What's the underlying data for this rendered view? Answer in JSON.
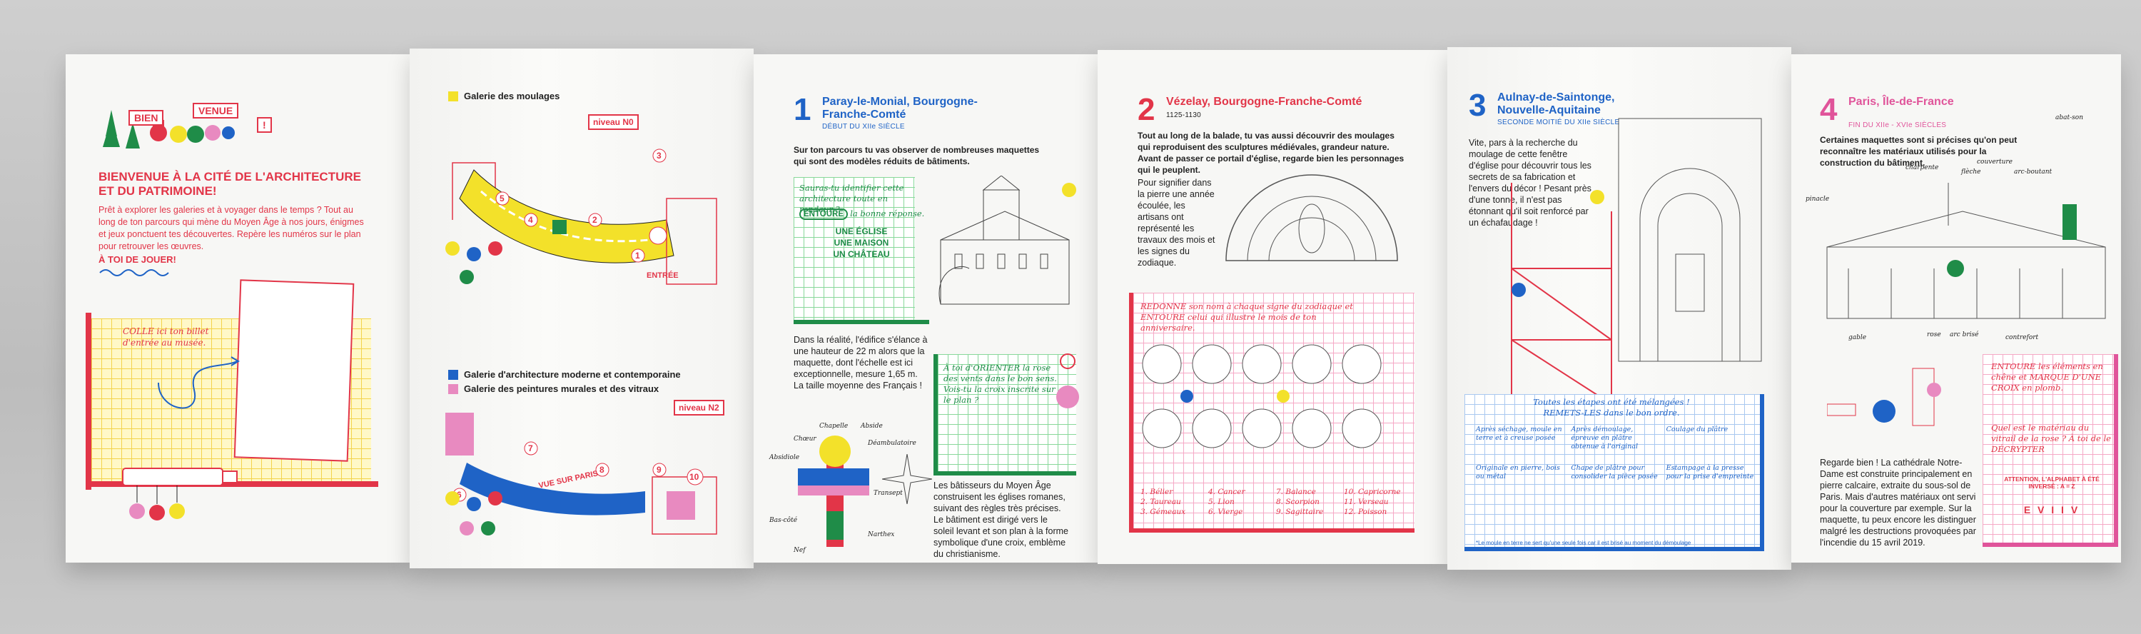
{
  "p1": {
    "sign_bien": "BIEN",
    "sign_venue": "VENUE",
    "sign_excl": "!",
    "title": "BIENVENUE À LA CITÉ DE L'ARCHITECTURE ET DU PATRIMOINE!",
    "intro": "Prêt à explorer les galeries et à voyager dans le temps ? Tout au long de ton parcours qui mène du Moyen Âge à nos jours, énigmes et jeux ponctuent tes découvertes. Repère les numéros sur le plan pour retrouver les œuvres.",
    "cta": "À TOI DE JOUER!",
    "ticket_prompt": "COLLE ici ton billet d'entrée au musée."
  },
  "p2": {
    "legend1": "Galerie des moulages",
    "niveau0": "niveau N0",
    "entree": "ENTRÉE",
    "legend2": "Galerie d'architecture moderne et contemporaine",
    "legend3": "Galerie des peintures murales et des vitraux",
    "niveau2": "niveau N2",
    "vue": "VUE SUR PARIS",
    "nums_top": [
      "1",
      "2",
      "3",
      "4",
      "5"
    ],
    "nums_bottom": [
      "6",
      "7",
      "8",
      "9",
      "10"
    ],
    "colors": {
      "yellow": "#f3e12a",
      "blue": "#1f63c6",
      "pink": "#e88ac0"
    }
  },
  "p3": {
    "num": "1",
    "title": "Paray-le-Monial, Bourgogne-Franche-Comté",
    "date": "DÉBUT DU XIIe SIÈCLE",
    "intro": "Sur ton parcours tu vas observer de nombreuses maquettes qui sont des modèles réduits de bâtiments.",
    "q1": "Sauras-tu identifier cette architecture toute en rondeur ?",
    "q1_entoure": "ENTOURE",
    "q1_rest": "la bonne réponse.",
    "answers": [
      "UNE ÉGLISE",
      "UNE MAISON",
      "UN CHÂTEAU"
    ],
    "body": "Dans la réalité, l'édifice s'élance à une hauteur de 22 m alors que la maquette, dont l'échelle est ici exceptionnelle, mesure 1,65 m. La taille moyenne des Français !",
    "plan_labels": [
      "Chapelle",
      "Abside",
      "Chœur",
      "Déambulatoire",
      "Absidiole",
      "Transept",
      "Bas-côté",
      "Narthex",
      "Nef"
    ],
    "q2": "À toi d'ORIENTER la rose des vents dans le bon sens. Vois-tu la croix inscrite sur le plan ?",
    "body2": "Les bâtisseurs du Moyen Âge construisent les églises romanes, suivant des règles très précises. Le bâtiment est dirigé vers le soleil levant et son plan à la forme symbolique d'une croix, emblème du christianisme."
  },
  "p4": {
    "num": "2",
    "title": "Vézelay, Bourgogne-Franche-Comté",
    "date": "1125-1130",
    "intro": "Tout au long de la balade, tu vas aussi découvrir des moulages qui reproduisent des sculptures médiévales, grandeur nature. Avant de passer ce portail d'église, regarde bien les personnages qui le peuplent.",
    "body": "Pour signifier dans la pierre une année écoulée, les artisans ont représenté les travaux des mois et les signes du zodiaque.",
    "q": "REDONNE son nom à chaque signe du zodiaque et ENTOURE celui qui illustre le mois de ton anniversaire.",
    "zodiac": [
      "1. Bélier",
      "2. Taureau",
      "3. Gémeaux",
      "4. Cancer",
      "5. Lion",
      "6. Vierge",
      "7. Balance",
      "8. Scorpion",
      "9. Sagittaire",
      "10. Capricorne",
      "11. Verseau",
      "12. Poisson"
    ]
  },
  "p5": {
    "num": "3",
    "title": "Aulnay-de-Saintonge, Nouvelle-Aquitaine",
    "date": "SECONDE MOITIÉ DU XIIe SIÈCLE",
    "intro": "Vite, pars à la recherche du moulage de cette fenêtre d'église pour découvrir tous les secrets de sa fabrication et l'envers du décor ! Pesant près d'une tonne, il n'est pas étonnant qu'il soit renforcé par un échafaudage !",
    "q": "Toutes les étapes ont été mélangées ! REMETS-LES dans le bon ordre.",
    "steps": [
      "Après séchage, moule en terre et à creuse posée",
      "Après démoulage, épreuve en plâtre obtenue à l'original",
      "Coulage du plâtre",
      "Originale en pierre, bois ou métal",
      "Chape de plâtre pour consolider la pièce posée",
      "Estampage à la presse pour la prise d'empreinte"
    ],
    "note": "*Le moule en terre ne sert qu'une seule fois car il est brisé au moment du démoulage"
  },
  "p6": {
    "num": "4",
    "title": "Paris, Île-de-France",
    "date": "FIN DU XIIe - XVIe SIÈCLES",
    "intro": "Certaines maquettes sont si précises qu'on peut reconnaître les matériaux utilisés pour la construction du bâtiment.",
    "labels": [
      "abat-son",
      "charpente",
      "couverture",
      "flèche",
      "arc-boutant",
      "pinacle",
      "gable",
      "rose",
      "arc brisé",
      "contrefort"
    ],
    "body": "Regarde bien ! La cathédrale Notre-Dame est construite principalement en pierre calcaire, extraite du sous-sol de Paris. Mais d'autres matériaux ont servi pour la couverture par exemple. Sur la maquette, tu peux encore les distinguer malgré les destructions provoquées par l'incendie du 15 avril 2019.",
    "q1": "ENTOURE les éléments en chêne et MARQUE D'UNE CROIX en plomb.",
    "q2": "Quel est le matériau du vitrail de la rose ? À toi de le DÉCRYPTER",
    "hint": "ATTENTION, L'ALPHABET À ÉTÉ INVERSÉ : A = Z",
    "code": "E V I I V"
  }
}
